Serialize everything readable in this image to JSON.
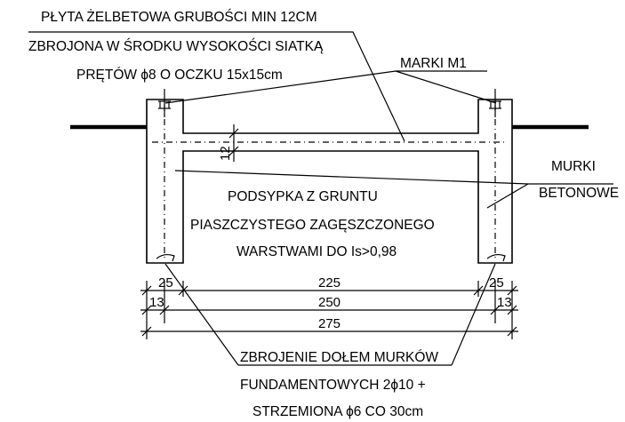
{
  "labels": {
    "slab_line1": "PŁYTA ŻELBETOWA GRUBOŚCI MIN 12CM",
    "slab_line2": "ZBROJONA W ŚRODKU WYSOKOŚCI SIATKĄ",
    "slab_line3": "PRĘTÓW ϕ8 O OCZKU 15x15cm",
    "marki": "MARKI M1",
    "murki_line1": "MURKI",
    "murki_line2": "BETONOWE",
    "fill_line1": "PODSYPKA Z GRUNTU",
    "fill_line2": "PIASZCZYSTEGO ZAGĘSZCZONEGO",
    "fill_line3": "WARSTWAMI DO Is>0,98",
    "rebar_line1": "ZBROJENIE DOŁEM MURKÓW",
    "rebar_line2": "FUNDAMENTOWYCH 2ϕ10 +",
    "rebar_line3": "STRZEMIONA ϕ6 CO 30cm"
  },
  "dimensions": {
    "slab_thickness": "12",
    "wall_left": "25",
    "wall_right": "25",
    "inner_span": "225",
    "mid_span": "250",
    "total_span": "275",
    "offset_left": "13",
    "offset_right": "13"
  },
  "colors": {
    "ink": "#000000",
    "background": "#ffffff"
  }
}
